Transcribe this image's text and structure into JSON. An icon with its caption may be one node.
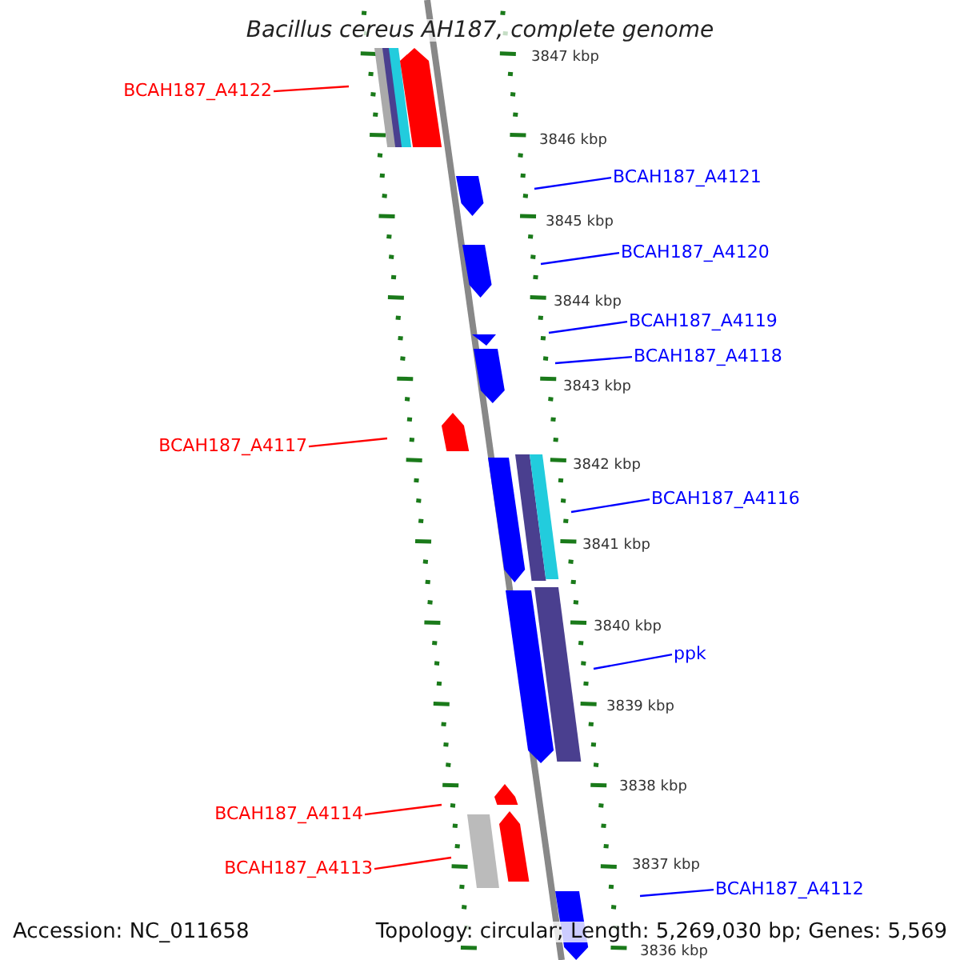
{
  "diagram": {
    "title": "Bacillus cereus AH187, complete genome",
    "nodes": [
      {
        "text": [
          "BCAH187_A4122"
        ]
      },
      {
        "text": [
          "BCAH187_A4121"
        ]
      },
      {
        "text": [
          "BCAH187_A4120"
        ]
      },
      {
        "text": [
          "BCAH187_A4119"
        ]
      },
      {
        "text": [
          "BCAH187_A4118"
        ]
      },
      {
        "text": [
          "BCAH187_A4117"
        ]
      },
      {
        "text": [
          "BCAH187_A4116"
        ]
      },
      {
        "text": [
          "ppk"
        ]
      },
      {
        "text": [
          "BCAH187_A4114"
        ]
      },
      {
        "text": [
          "BCAH187_A4113"
        ]
      },
      {
        "text": [
          "BCAH187_A4112"
        ]
      }
    ],
    "edges": [
      {
        "from": 0,
        "to": null,
        "arrow": "none",
        "color": "#ff0000"
      },
      {
        "from": 1,
        "to": null,
        "arrow": "none"
      },
      {
        "from": 2,
        "to": null,
        "arrow": "none"
      },
      {
        "from": 3,
        "to": null,
        "arrow": "none"
      },
      {
        "from": 4,
        "to": null,
        "arrow": "none"
      },
      {
        "from": 5,
        "to": null,
        "arrow": "none",
        "color": "#ff0000"
      },
      {
        "from": 6,
        "to": null,
        "arrow": "none"
      },
      {
        "from": 7,
        "to": null,
        "arrow": "none"
      },
      {
        "from": 8,
        "to": null,
        "arrow": "none",
        "color": "#ff0000"
      },
      {
        "from": 9,
        "to": null,
        "arrow": "none",
        "color": "#ff0000"
      },
      {
        "from": 10,
        "to": null,
        "arrow": "none"
      }
    ],
    "labels": [
      "3847 kbp",
      "3846 kbp",
      "3845 kbp",
      "3844 kbp",
      "3843 kbp",
      "3842 kbp",
      "3841 kbp",
      "3840 kbp",
      "3839 kbp",
      "3838 kbp",
      "3837 kbp",
      "3836 kbp",
      "Accession: NC_011658",
      "Topology: circular; Length: 5,269,030 bp; Genes: 5,569"
    ]
  }
}
